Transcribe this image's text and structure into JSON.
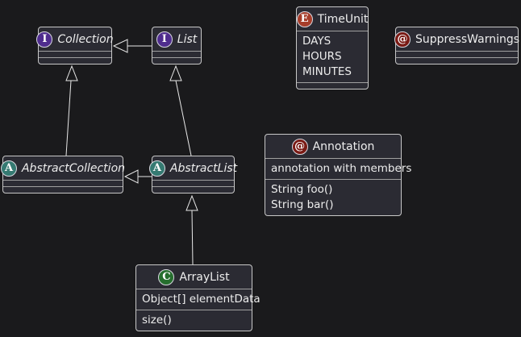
{
  "diagram_type": "uml-class-diagram",
  "colors": {
    "background": "#1a1a1c",
    "node_fill": "#2b2b33",
    "node_border": "#c8c8c8",
    "separator": "#a0a0a0",
    "text": "#ededed",
    "edge": "#e8e8e8",
    "interface_icon": "#4f2d8e",
    "abstract_icon": "#357a72",
    "class_icon": "#266e2e",
    "enum_icon": "#a63d2a",
    "annotation_icon": "#7a1a14"
  },
  "nodes": {
    "collection": {
      "name": "Collection",
      "kind": "interface",
      "icon_letter": "I"
    },
    "list": {
      "name": "List",
      "kind": "interface",
      "icon_letter": "I"
    },
    "timeunit": {
      "name": "TimeUnit",
      "kind": "enum",
      "icon_letter": "E",
      "values": [
        "DAYS",
        "HOURS",
        "MINUTES"
      ]
    },
    "suppresswarnings": {
      "name": "SuppressWarnings",
      "kind": "annotation",
      "icon_letter": "@"
    },
    "abstractcollection": {
      "name": "AbstractCollection",
      "kind": "abstract",
      "icon_letter": "A"
    },
    "abstractlist": {
      "name": "AbstractList",
      "kind": "abstract",
      "icon_letter": "A"
    },
    "annotation": {
      "name": "Annotation",
      "kind": "annotation",
      "icon_letter": "@",
      "fields": [
        "annotation with members"
      ],
      "methods": [
        "String foo()",
        "String bar()"
      ]
    },
    "arraylist": {
      "name": "ArrayList",
      "kind": "class",
      "icon_letter": "C",
      "fields": [
        "Object[] elementData"
      ],
      "methods": [
        "size()"
      ]
    }
  },
  "edges": [
    {
      "from": "List",
      "to": "Collection",
      "type": "extends",
      "arrow": "hollow-triangle"
    },
    {
      "from": "AbstractCollection",
      "to": "Collection",
      "type": "extends",
      "arrow": "hollow-triangle"
    },
    {
      "from": "AbstractList",
      "to": "List",
      "type": "extends",
      "arrow": "hollow-triangle"
    },
    {
      "from": "AbstractList",
      "to": "AbstractCollection",
      "type": "extends",
      "arrow": "hollow-triangle"
    },
    {
      "from": "ArrayList",
      "to": "AbstractList",
      "type": "extends",
      "arrow": "hollow-triangle"
    }
  ]
}
